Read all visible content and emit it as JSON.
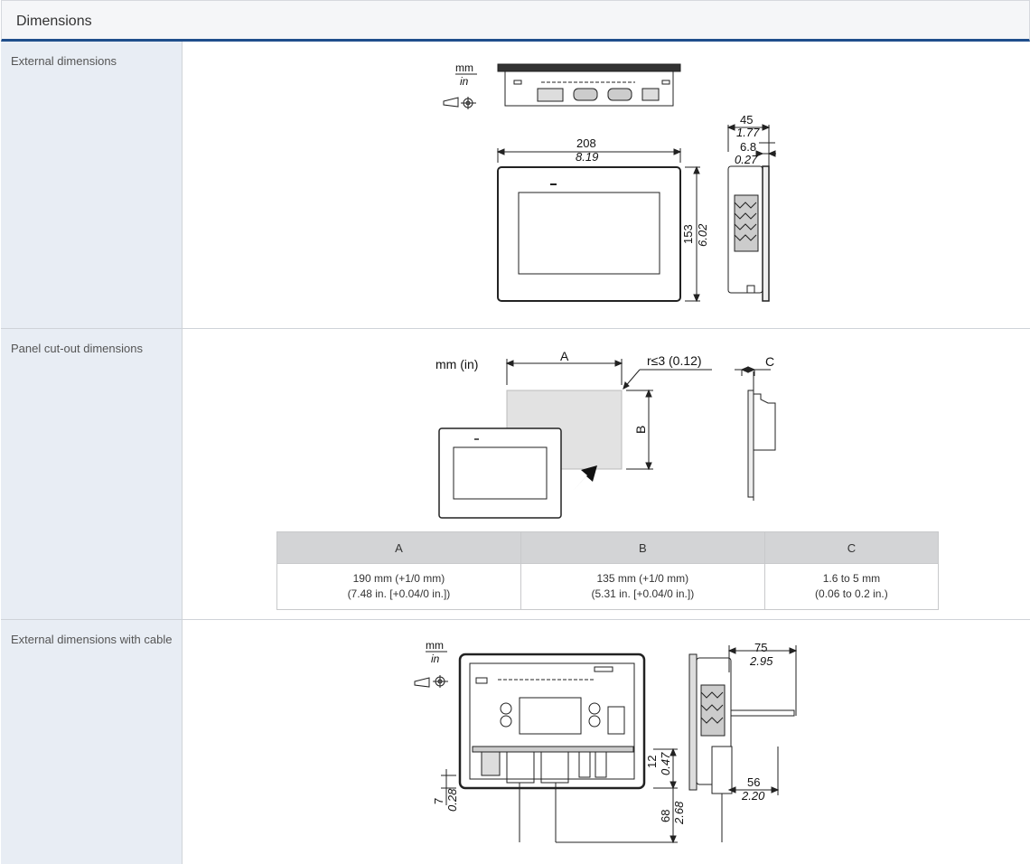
{
  "section": {
    "title": "Dimensions"
  },
  "rows": [
    {
      "label": "External dimensions",
      "drawing": {
        "unit_top": "mm",
        "unit_bottom": "in",
        "width_mm": "208",
        "width_in": "8.19",
        "height_mm": "153",
        "height_in": "6.02",
        "depth_mm": "45",
        "depth_in": "1.77",
        "bezel_mm": "6.8",
        "bezel_in": "0.27"
      }
    },
    {
      "label": "Panel cut-out dimensions",
      "drawing": {
        "unit_label": "mm (in)",
        "dim_a": "A",
        "dim_b": "B",
        "dim_c": "C",
        "radius": "r≤3 (0.12)"
      },
      "table": {
        "headers": [
          "A",
          "B",
          "C"
        ],
        "cells": [
          [
            "190 mm (+1/0 mm)",
            "(7.48 in. [+0.04/0 in.])"
          ],
          [
            "135 mm (+1/0 mm)",
            "(5.31 in. [+0.04/0 in.])"
          ],
          [
            "1.6 to 5 mm",
            "(0.06 to 0.2 in.)"
          ]
        ]
      }
    },
    {
      "label": "External dimensions with cable",
      "drawing": {
        "unit_top": "mm",
        "unit_bottom": "in",
        "depth_mm": "75",
        "depth_in": "2.95",
        "connector_mm": "56",
        "connector_in": "2.20",
        "offset_mm": "12",
        "offset_in": "0.47",
        "bottom_mm": "7",
        "bottom_in": "0.28",
        "cable_mm": "68",
        "cable_in": "2.68"
      }
    }
  ]
}
